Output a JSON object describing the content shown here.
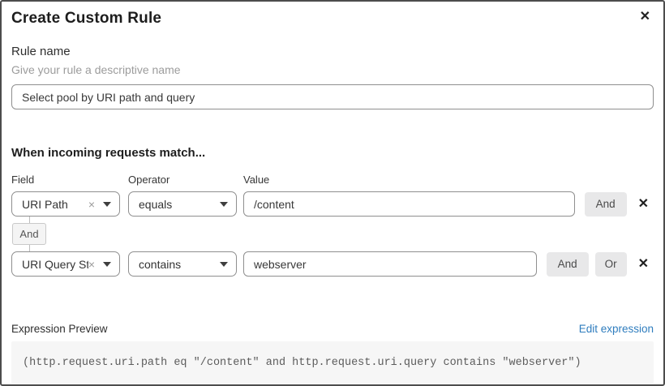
{
  "dialog": {
    "title": "Create Custom Rule"
  },
  "icons": {
    "close": "✕",
    "remove_small": "×",
    "row_delete": "✕"
  },
  "rule_name": {
    "label": "Rule name",
    "hint": "Give your rule a descriptive name",
    "value": "Select pool by URI path and query"
  },
  "matcher": {
    "heading": "When incoming requests match...",
    "columns": {
      "field": "Field",
      "operator": "Operator",
      "value": "Value"
    },
    "connector_label": "And",
    "rows": [
      {
        "field": "URI Path",
        "operator": "equals",
        "value": "/content",
        "and_label": "And"
      },
      {
        "field": "URI Query St...",
        "operator": "contains",
        "value": "webserver",
        "and_label": "And",
        "or_label": "Or"
      }
    ]
  },
  "expression": {
    "label": "Expression Preview",
    "edit_link": "Edit expression",
    "code": "(http.request.uri.path eq \"/content\" and http.request.uri.query contains \"webserver\")"
  },
  "colors": {
    "link": "#2f7dbe",
    "input_border": "#8f8f8f",
    "button_bg": "#e8e8e9",
    "code_bg": "#f6f6f6",
    "dialog_border": "#4d4d4d"
  }
}
